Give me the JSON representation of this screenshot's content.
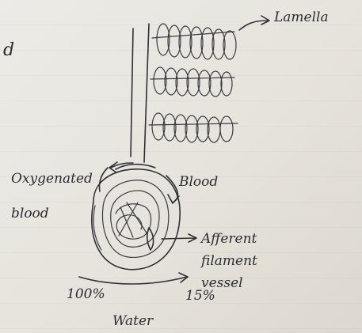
{
  "labels": {
    "corner_letter": "d",
    "lamella": "Lamella",
    "oxygenated_blood": "Oxygenated\nblood",
    "blood": "Blood",
    "afferent_filament_vessel": "Afferent\nfilament\nvessel",
    "percent_left": "100%",
    "percent_right": "15%",
    "water": "Water"
  }
}
